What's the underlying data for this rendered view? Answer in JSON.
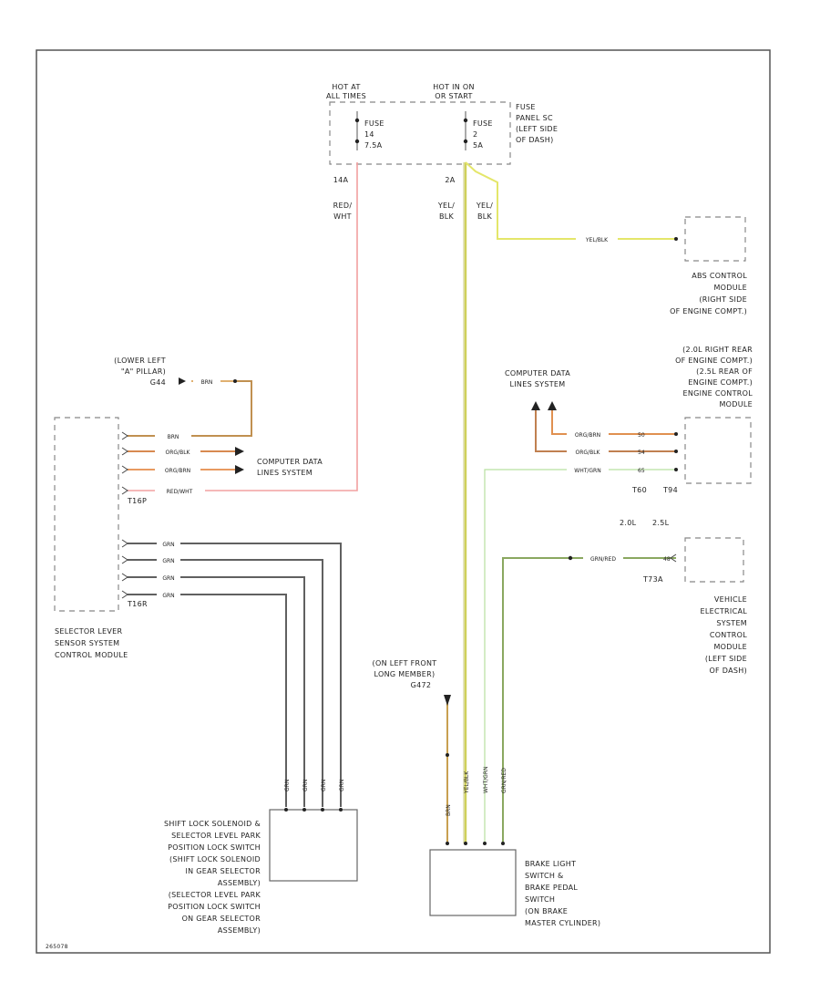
{
  "fuse_block": {
    "hot_left": [
      "HOT AT",
      "ALL TIMES"
    ],
    "hot_right": [
      "HOT IN ON",
      "OR START"
    ],
    "fuse_left": [
      "FUSE",
      "14",
      "7.5A"
    ],
    "fuse_right": [
      "FUSE",
      "2",
      "5A"
    ],
    "panel_label": [
      "FUSE",
      "PANEL SC",
      "(LEFT SIDE",
      "OF DASH)"
    ],
    "pin_left": "14A",
    "pin_right": "2A"
  },
  "wires": {
    "red_wht": [
      "RED/",
      "WHT"
    ],
    "yel_blk_left": [
      "YEL/",
      "BLK"
    ],
    "yel_blk_right": [
      "YEL/",
      "BLK"
    ],
    "abs_wire": "YEL/BLK",
    "ground_wire": "BRN",
    "t16_pin1": "BRN",
    "t16_pin2": "ORG/BLK",
    "t16_pin3": "ORG/BRN",
    "t16_pin4": "RED/WHT",
    "t16_pin5": "GRN",
    "t16_pin6": "GRN",
    "t16_pin7": "GRN",
    "t16_pin8": "GRN",
    "ecm_wire1": "ORG/BRN",
    "ecm_wire2": "ORG/BLK",
    "ecm_wire3": "WHT/GRN",
    "vesm_wire": "GRN/RED",
    "shift_vert": [
      "GRN",
      "GRN",
      "GRN",
      "GRN"
    ],
    "brake_vert": [
      "BRN",
      "YEL/BLK",
      "WHT/GRN",
      "GRN/RED"
    ]
  },
  "abs_module": [
    "ABS CONTROL",
    "MODULE",
    "(RIGHT SIDE",
    "OF ENGINE COMPT.)"
  ],
  "ground_left": [
    "(LOWER LEFT",
    "\"A\" PILLAR)",
    "G44"
  ],
  "cds_left": [
    "COMPUTER DATA",
    "LINES SYSTEM"
  ],
  "cds_right": [
    "COMPUTER DATA",
    "LINES SYSTEM"
  ],
  "ecm_label": [
    "(2.0L RIGHT REAR",
    "OF ENGINE COMPT.)",
    "(2.5L REAR OF",
    "ENGINE COMPT.)",
    "ENGINE CONTROL",
    "MODULE"
  ],
  "ecm_pins": [
    "50",
    "54",
    "65"
  ],
  "ecm_connectors": [
    "T60",
    "T94"
  ],
  "ecm_engines": [
    "2.0L",
    "2.5L"
  ],
  "selector_module": {
    "connector_top": "T16P",
    "connector_bottom": "T16R",
    "label": [
      "SELECTOR LEVER",
      "SENSOR SYSTEM",
      "CONTROL MODULE"
    ]
  },
  "vesm": {
    "connector": "T73A",
    "pin": "48",
    "label": [
      "VEHICLE",
      "ELECTRICAL",
      "SYSTEM",
      "CONTROL",
      "MODULE",
      "(LEFT SIDE",
      "OF DASH)"
    ]
  },
  "ground_right": [
    "(ON LEFT FRONT",
    "LONG MEMBER)",
    "G472"
  ],
  "shift_lock": [
    "SHIFT LOCK SOLENOID &",
    "SELECTOR LEVEL PARK",
    "POSITION LOCK SWITCH",
    "(SHIFT LOCK SOLENOID",
    "IN GEAR SELECTOR",
    "ASSEMBLY)",
    "(SELECTOR LEVEL PARK",
    "POSITION LOCK SWITCH",
    "ON GEAR SELECTOR",
    "ASSEMBLY)"
  ],
  "brake_switch": [
    "BRAKE LIGHT",
    "SWITCH &",
    "BRAKE PEDAL",
    "SWITCH",
    "(ON BRAKE",
    "MASTER CYLINDER)"
  ],
  "footer_code": "265078",
  "colors": {
    "red_wht": "#f2a0a0",
    "yel_blk": "#cfd05a",
    "yel_blk_dark": "#a8a83a",
    "brn": "#b08040",
    "brn_light": "#e0b070",
    "org_blk": "#d88a50",
    "org_brn": "#e89a60",
    "grn": "#707070",
    "wht_grn": "#b8e0a0",
    "grn_red": "#8aa860"
  }
}
